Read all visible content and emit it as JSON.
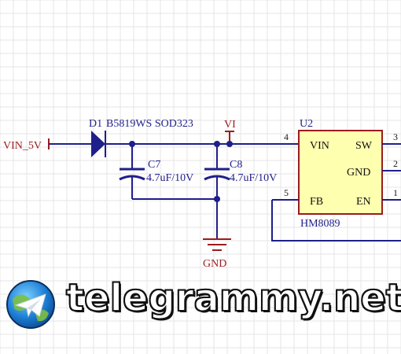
{
  "components": {
    "diode": {
      "designator": "D1",
      "value": "B5819WS SOD323"
    },
    "c7": {
      "designator": "C7",
      "value": "4.7uF/10V"
    },
    "c8": {
      "designator": "C8",
      "value": "4.7uF/10V"
    },
    "u2": {
      "designator": "U2",
      "part": "HM8089",
      "pins": {
        "vin": {
          "number": "4",
          "name": "VIN"
        },
        "sw": {
          "number": "3",
          "name": "SW"
        },
        "gnd": {
          "number": "2",
          "name": "GND"
        },
        "fb": {
          "number": "5",
          "name": "FB"
        },
        "en": {
          "number": "1",
          "name": "EN"
        }
      }
    }
  },
  "nets": {
    "vin5v": "VIN_5V",
    "vi": "VI",
    "gnd": "GND"
  },
  "watermark": {
    "text": "telegrammy.net"
  },
  "colors": {
    "wire": "#1f1f8a",
    "component": "#1f1f8a",
    "ic_fill": "#ffffb0",
    "ic_border": "#9a1c1c",
    "net_label": "#9a1c1c",
    "grid": "#e6e6e6"
  }
}
